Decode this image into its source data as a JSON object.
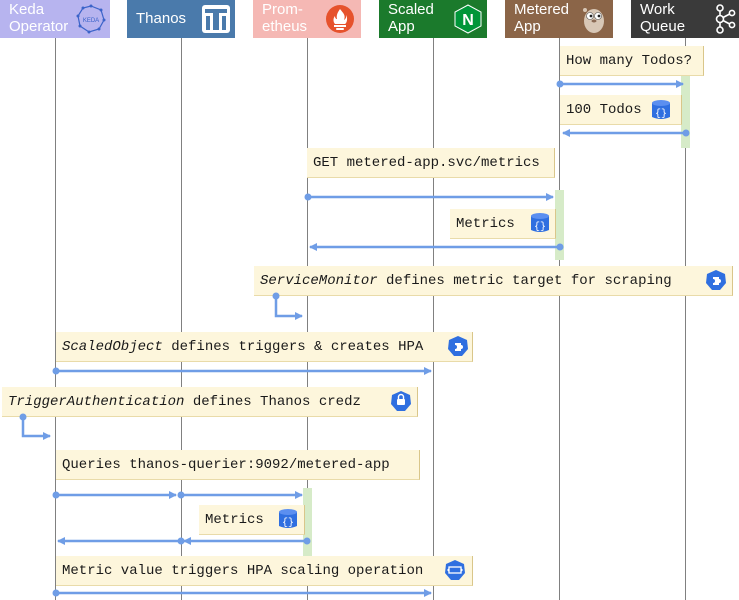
{
  "participants": [
    {
      "id": "keda",
      "title": "Keda\nOperator",
      "color": "#b7b4ef",
      "text_color": "#ffffff",
      "icon": "keda-logo-icon",
      "icon_label": "KEDA"
    },
    {
      "id": "thanos",
      "title": "Thanos",
      "color": "#4a7aab",
      "text_color": "#ffffff",
      "icon": "thanos-logo-icon",
      "icon_label": "T"
    },
    {
      "id": "prometheus",
      "title": "Prom-\netheus",
      "color": "#f5b8b4",
      "text_color": "#ffffff",
      "icon": "prometheus-flame-icon",
      "icon_label": ""
    },
    {
      "id": "scaled",
      "title": "Scaled\nApp",
      "color": "#1b7a2c",
      "text_color": "#ffffff",
      "icon": "nginx-logo-icon",
      "icon_label": "N"
    },
    {
      "id": "metered",
      "title": "Metered\nApp",
      "color": "#8b6548",
      "text_color": "#ffffff",
      "icon": "gopher-icon",
      "icon_label": ""
    },
    {
      "id": "queue",
      "title": "Work\nQueue",
      "color": "#3a3a3a",
      "text_color": "#ffffff",
      "icon": "kafka-logo-icon",
      "icon_label": ""
    }
  ],
  "notes": [
    {
      "id": "n1",
      "parts": [
        {
          "t": "How many Todos?",
          "i": false
        }
      ],
      "icon": ""
    },
    {
      "id": "n2",
      "parts": [
        {
          "t": "100 Todos",
          "i": false
        }
      ],
      "icon": "json-db-icon"
    },
    {
      "id": "n3",
      "parts": [
        {
          "t": "GET metered-app.svc/metrics",
          "i": false
        }
      ],
      "icon": ""
    },
    {
      "id": "n4",
      "parts": [
        {
          "t": "Metrics",
          "i": false
        }
      ],
      "icon": "json-db-icon"
    },
    {
      "id": "n5",
      "parts": [
        {
          "t": "ServiceMonitor",
          "i": true
        },
        {
          "t": " defines metric target for scraping",
          "i": false
        }
      ],
      "icon": "k8s-crd-icon"
    },
    {
      "id": "n6",
      "parts": [
        {
          "t": "ScaledObject",
          "i": true
        },
        {
          "t": " defines triggers & creates HPA",
          "i": false
        }
      ],
      "icon": "k8s-crd-icon"
    },
    {
      "id": "n7",
      "parts": [
        {
          "t": "TriggerAuthentication",
          "i": true
        },
        {
          "t": " defines Thanos credz",
          "i": false
        }
      ],
      "icon": "k8s-secret-icon"
    },
    {
      "id": "n8",
      "parts": [
        {
          "t": "Queries thanos-querier:9092/metered-app",
          "i": false
        }
      ],
      "icon": ""
    },
    {
      "id": "n9",
      "parts": [
        {
          "t": "Metrics",
          "i": false
        }
      ],
      "icon": "json-db-icon"
    },
    {
      "id": "n10",
      "parts": [
        {
          "t": "Metric value triggers HPA scaling operation",
          "i": false
        }
      ],
      "icon": "k8s-hpa-icon"
    }
  ],
  "colors": {
    "arrow": "#6f9de6",
    "lifeline": "#808080",
    "activation": "#d6ebc8",
    "note_bg": "#fdf6dc",
    "icon_blue": "#2f6fe0"
  }
}
